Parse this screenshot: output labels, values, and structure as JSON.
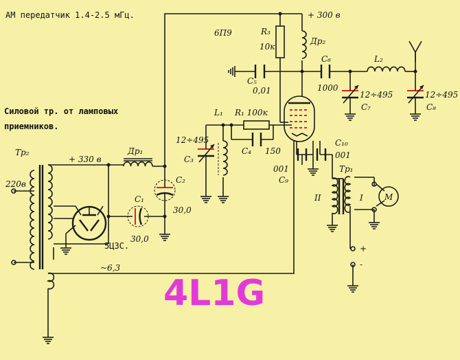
{
  "title": "АМ передатчик 1.4-2.5 мГц.",
  "note_line1": "Силовой тр. от ламповых",
  "note_line2": "приемников.",
  "big_label": "4L1G",
  "colors": {
    "background": "#f7f1a8",
    "big_label": "#e23ad8",
    "accent": "#e0202a"
  },
  "labels": {
    "b300": "+ 300 в",
    "tube": "6П9",
    "r3": "R₃",
    "r3v": "10к",
    "dr2": "Др₂",
    "c6": "C₆",
    "c6v": "1000",
    "l2": "L₂",
    "c5": "C₅",
    "c5v": "0,01",
    "c7v": "12÷495",
    "c7": "C₇",
    "c8v": "12÷495",
    "c8": "C₈",
    "l1": "L₁",
    "r1": "R₁ 100к",
    "c3v": "12÷495",
    "c3": "C₃",
    "c4": "C₄",
    "c4v": "150",
    "c10": "C₁₀",
    "c10v": "001",
    "c9v": "001",
    "c9": "C₉",
    "tp1": "Тр₁",
    "tp1_ii": "II",
    "tp1_i": "I",
    "meter": "М",
    "plus": "+",
    "minus": "-",
    "tr2": "Тр₂",
    "v220": "220в",
    "b330": "+ 330 в",
    "dr1": "Др₁",
    "c2": "C₂",
    "c2v": "30,0",
    "c1": "C₁",
    "c1v": "30,0",
    "rect": "5Ц3С.",
    "fil": "~6,3"
  }
}
